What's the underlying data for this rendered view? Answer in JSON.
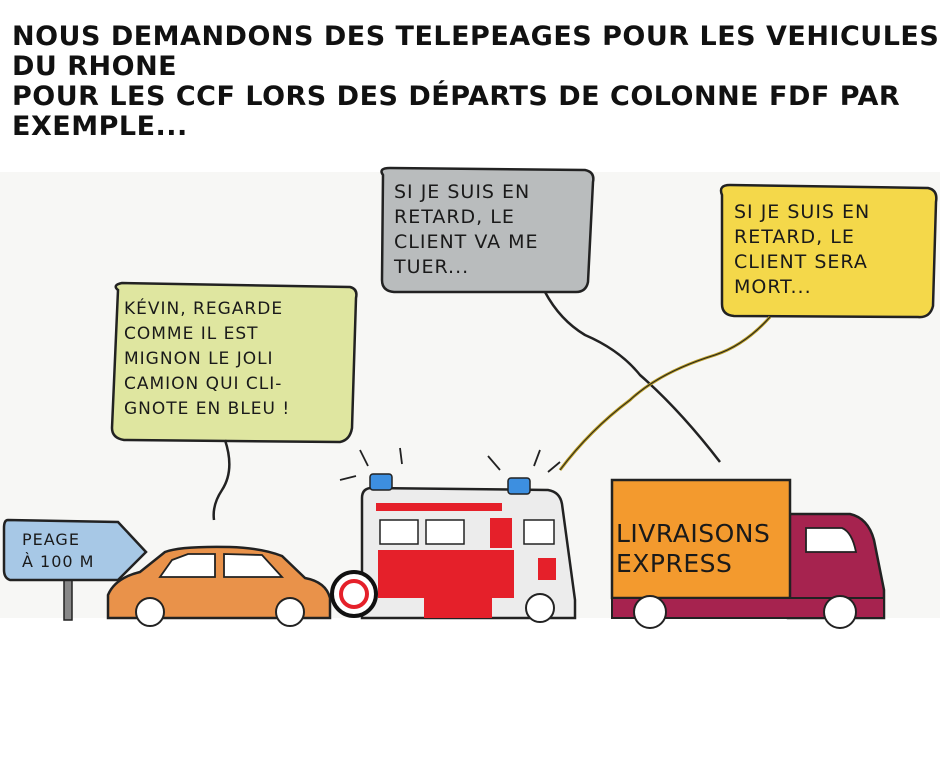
{
  "title_lines": [
    "NOUS DEMANDONS DES TELEPEAGES POUR LES VEHICULES",
    "DU RHONE",
    "POUR LES CCF LORS DES DÉPARTS DE COLONNE FDF PAR",
    "EXEMPLE..."
  ],
  "bubbles": {
    "left": [
      "KÉVIN, REGARDE",
      "COMME IL EST",
      "MIGNON LE JOLI",
      "CAMION QUI CLI-",
      "GNOTE EN BLEU !"
    ],
    "middle": [
      "SI JE SUIS EN",
      "RETARD, LE",
      "CLIENT VA ME",
      "TUER..."
    ],
    "right": [
      "SI JE SUIS EN",
      "RETARD, LE",
      "CLIENT SERA",
      "MORT..."
    ]
  },
  "sign": [
    "PEAGE",
    "À 100 M"
  ],
  "truck_sign": [
    "LIVRAISONS",
    "EXPRESS"
  ],
  "colors": {
    "bubble_left": "#dfe6a0",
    "bubble_middle": "#b9bcbd",
    "bubble_right": "#f4d84a",
    "sign": "#a7c8e6",
    "car": "#e9924a",
    "fire_truck": "#ececec",
    "fire_red": "#e5202a",
    "siren": "#3d8fe0",
    "truck_cargo": "#f39a2e",
    "truck_cab": "#a6234f"
  }
}
